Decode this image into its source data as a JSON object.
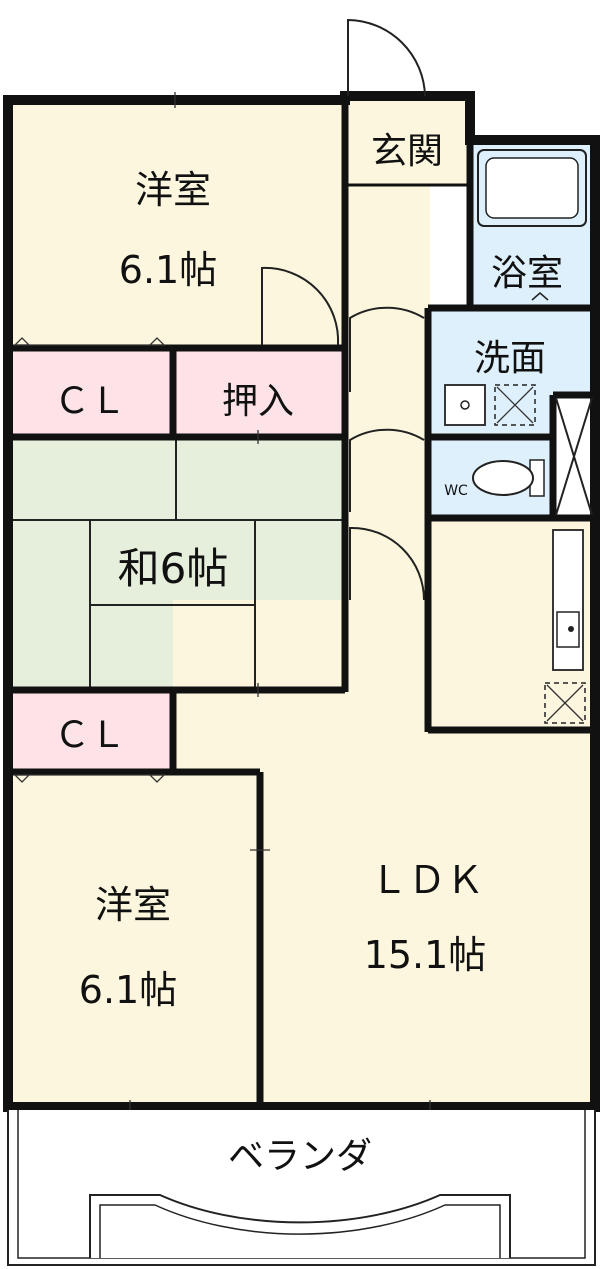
{
  "colors": {
    "yoshitsu": "#fdf6de",
    "washitsu": "#e6efdb",
    "closet": "#fde3e8",
    "wet": "#ddf0fb",
    "wall": "#111111",
    "balcony": "#ffffff"
  },
  "rooms": {
    "western_top": {
      "name": "洋室",
      "size": "6.1帖"
    },
    "western_bottom": {
      "name": "洋室",
      "size": "6.1帖"
    },
    "japanese": {
      "name": "和6帖"
    },
    "closet_top": {
      "name": "ＣＬ"
    },
    "closet_bottom": {
      "name": "ＣＬ"
    },
    "oshiire": {
      "name": "押入"
    },
    "entrance": {
      "name": "玄関"
    },
    "bath": {
      "name": "浴室"
    },
    "washroom": {
      "name": "洗面"
    },
    "toilet": {
      "name": "WC"
    },
    "ldk": {
      "name": "ＬＤＫ",
      "size": "15.1帖"
    },
    "balcony": {
      "name": "ベランダ"
    }
  }
}
